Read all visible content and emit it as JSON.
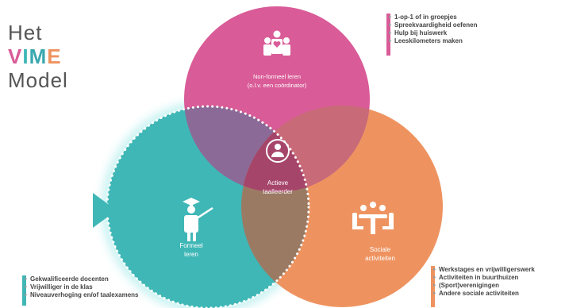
{
  "title": {
    "line1": "Het",
    "vime": [
      "V",
      "I",
      "M",
      "E"
    ],
    "line3": "Model"
  },
  "circles": {
    "top": {
      "line1": "Non-formeel leren",
      "line2": "(o.l.v. een coördinator)"
    },
    "left": {
      "line1": "Formeel",
      "line2": "leren"
    },
    "right": {
      "line1": "Sociale",
      "line2": "activiteiten"
    },
    "center": {
      "line1": "Actieve",
      "line2": "taalleerder"
    }
  },
  "lists": {
    "top": [
      "1-op-1 of in groepjes",
      "Spreekvaardigheid oefenen",
      "Hulp bij huiswerk",
      "Leeskilometers maken"
    ],
    "left": [
      "Gekwalificeerde docenten",
      "Vrijwilliger in de klas",
      "Niveauverhoging en/of taalexamens"
    ],
    "right": [
      "Werkstages en vrijwilligerswerk",
      "Activiteiten in buurthuizen",
      "(Sport)verenigingen",
      "Andere sociale activiteiten"
    ]
  },
  "colors": {
    "pink": "#d95b97",
    "teal": "#3fb7b6",
    "orange": "#ee9360",
    "overlap_center": "#a6456a",
    "title_gray": "#555555"
  },
  "icons": {
    "top": "group-of-people-heart-icon",
    "left": "teacher-graduate-icon",
    "right": "people-around-table-icon",
    "center": "person-icon"
  }
}
